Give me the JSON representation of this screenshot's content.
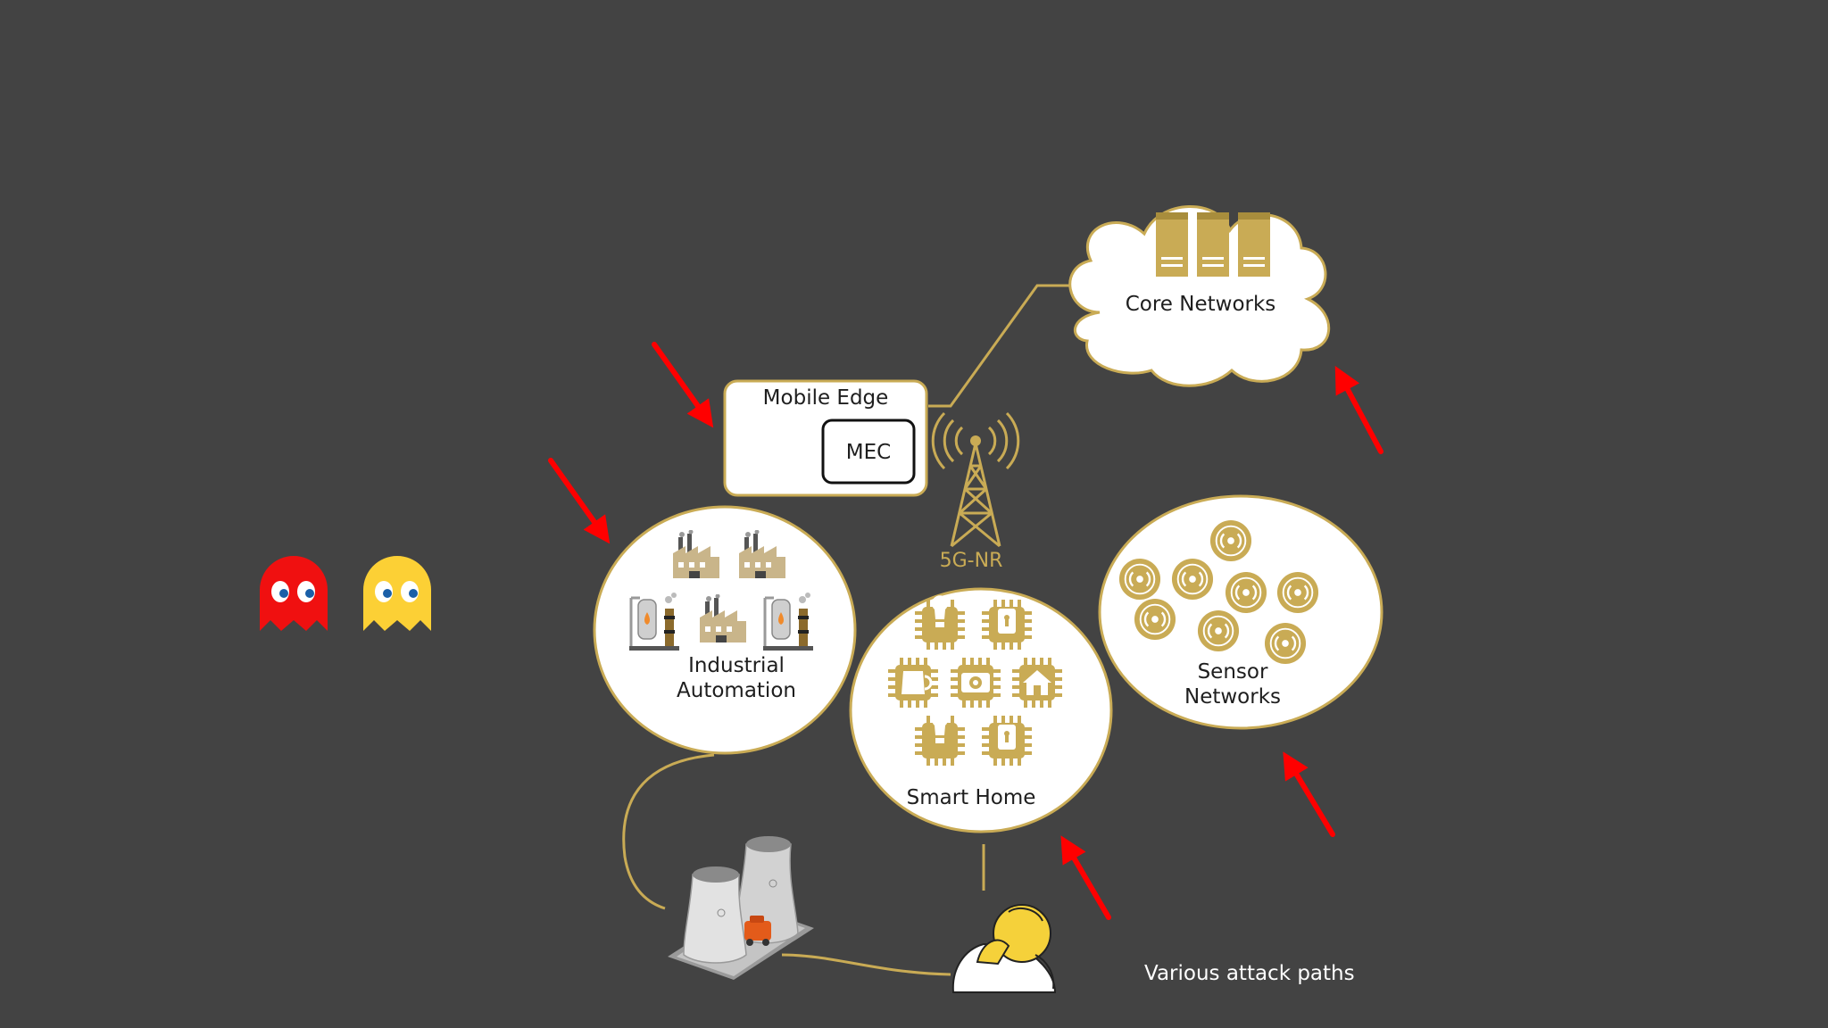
{
  "nodes": {
    "core_networks": "Core Networks",
    "mobile_edge": "Mobile Edge",
    "mec": "MEC",
    "tower": "5G-NR",
    "industrial": [
      "Industrial",
      "Automation"
    ],
    "smart_home": "Smart Home",
    "sensor": [
      "Sensor",
      "Networks"
    ]
  },
  "caption": "Various attack paths",
  "colors": {
    "background": "#434343",
    "gold": "#c9ab55",
    "arrow": "#ff0000",
    "ghost_red": "#f01010",
    "ghost_yellow": "#fcd035"
  },
  "icons": [
    "server-rack-icon",
    "cell-tower-icon",
    "factory-icon",
    "chip-icon",
    "sensor-signal-icon",
    "ghost-icon",
    "cooling-tower-icon",
    "person-icon",
    "attack-arrow-icon"
  ]
}
